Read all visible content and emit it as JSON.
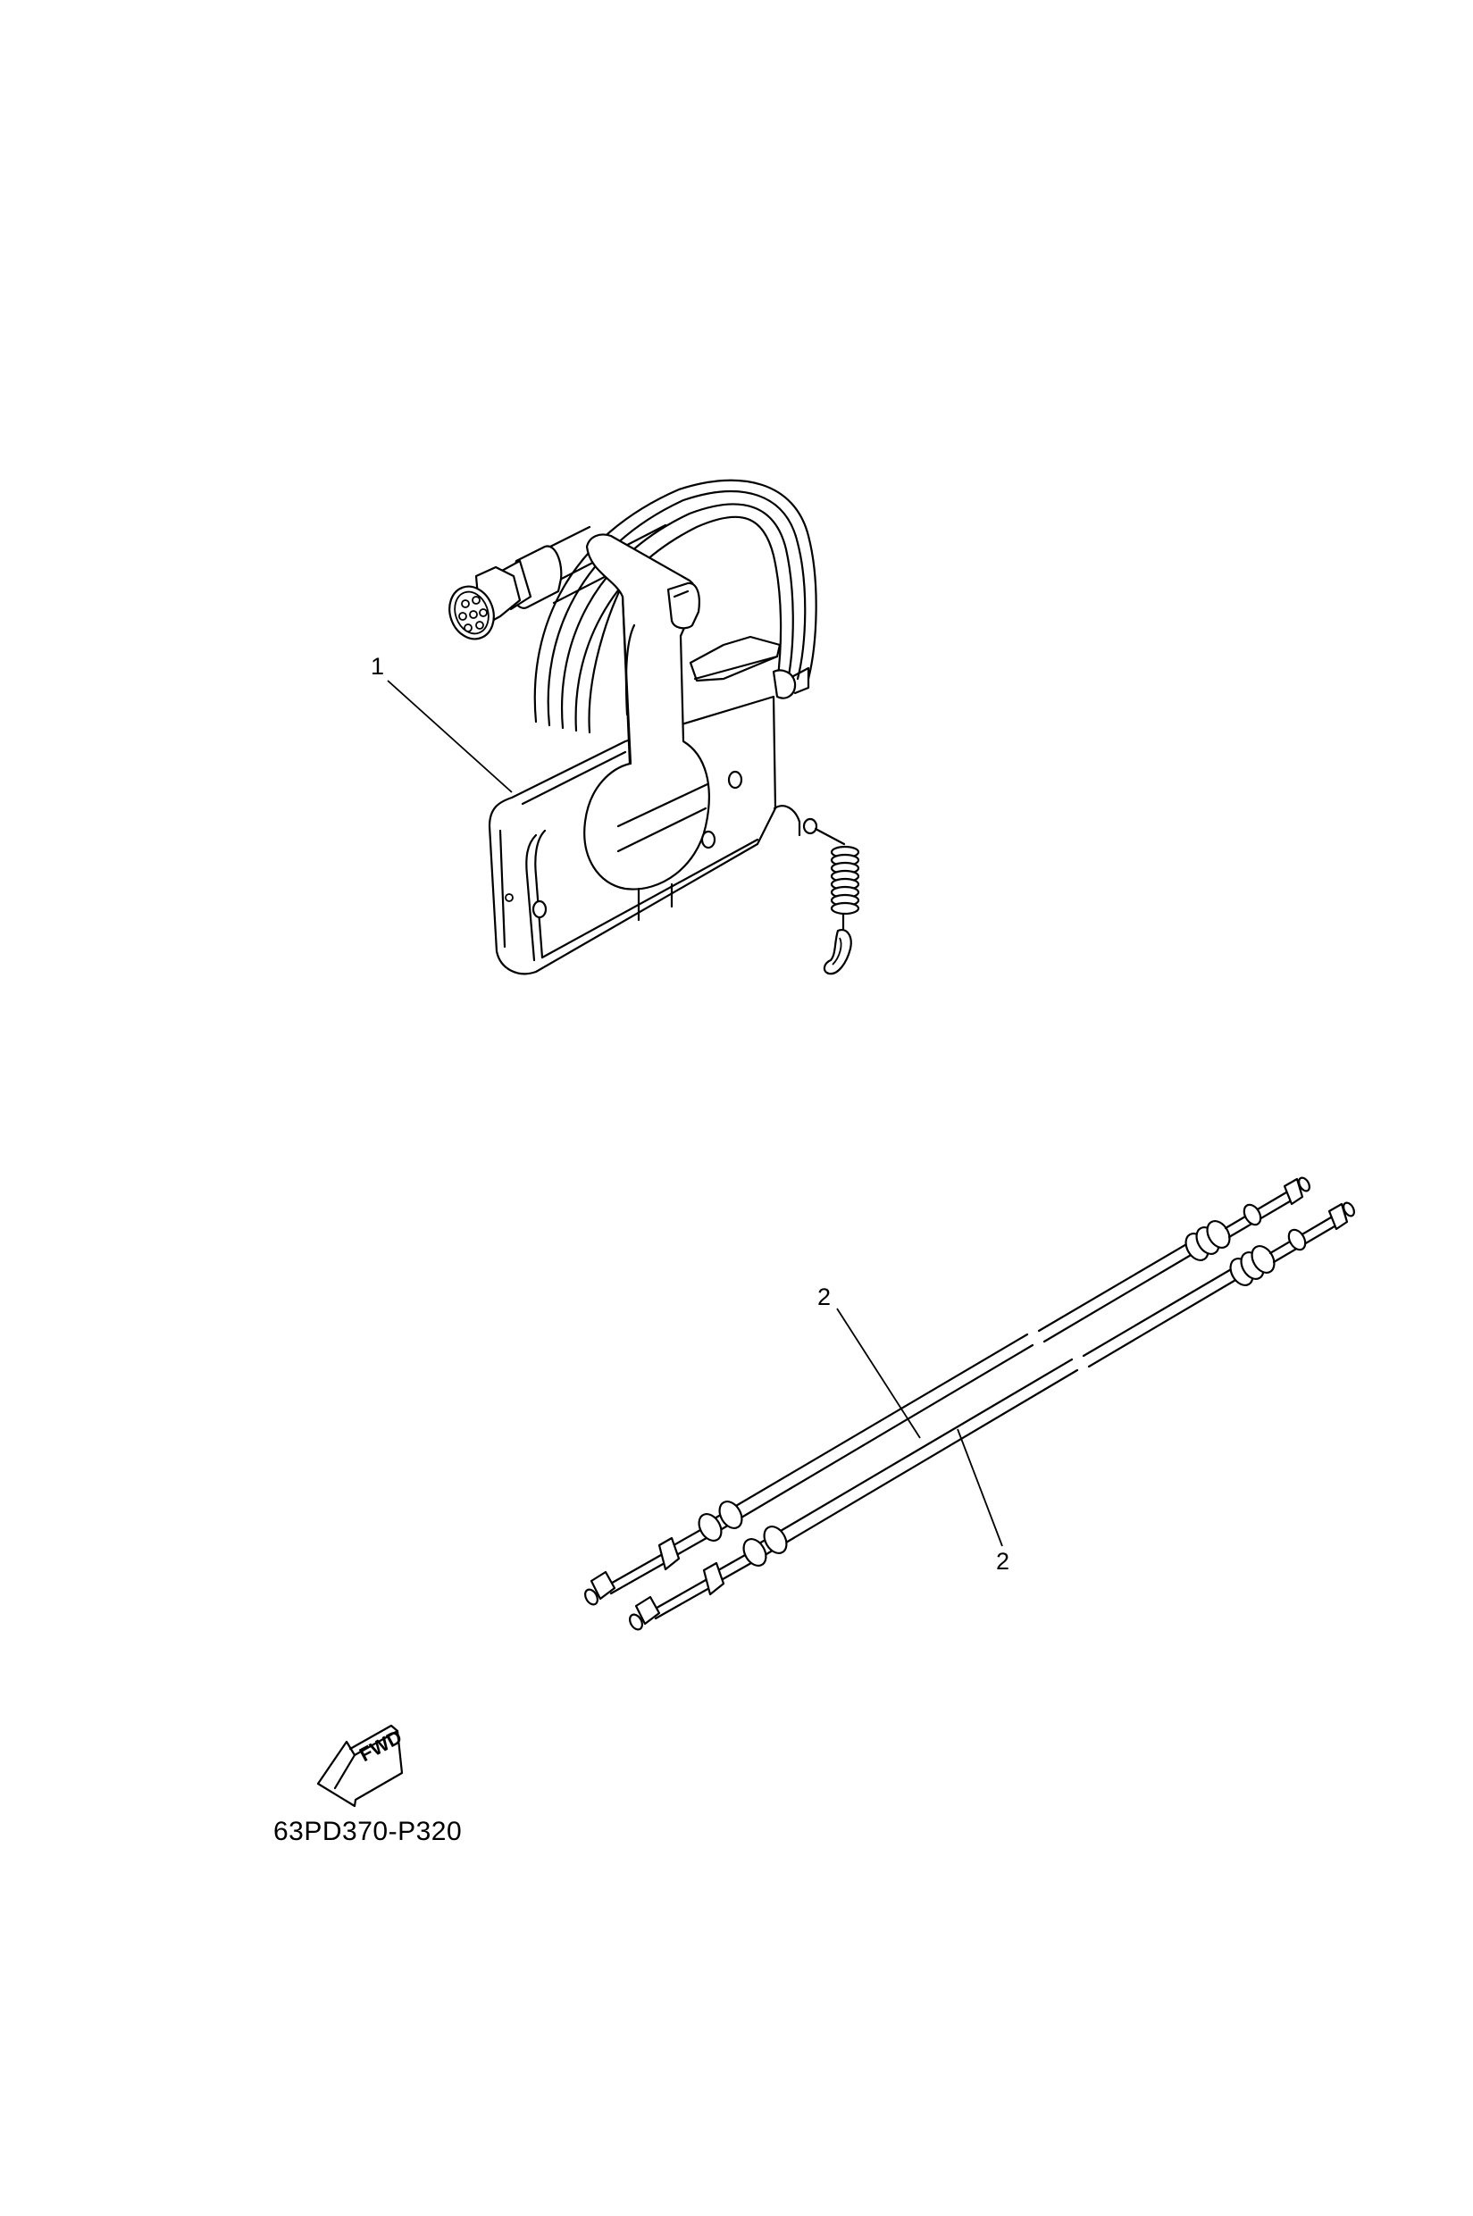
{
  "diagram": {
    "type": "exploded parts diagram",
    "parts": [
      {
        "ref": "1",
        "description": "remote control box with lever, harness connector and lanyard spring"
      },
      {
        "ref": "2",
        "description": "control cable (two shown)"
      }
    ],
    "callouts": {
      "part1": "1",
      "part2_upper": "2",
      "part2_lower": "2"
    },
    "direction_marker": {
      "label": "FWD",
      "icon": "fwd-arrow-icon"
    },
    "figure_code": "63PD370-P320",
    "colors": {
      "line": "#000000",
      "background": "#ffffff"
    }
  }
}
